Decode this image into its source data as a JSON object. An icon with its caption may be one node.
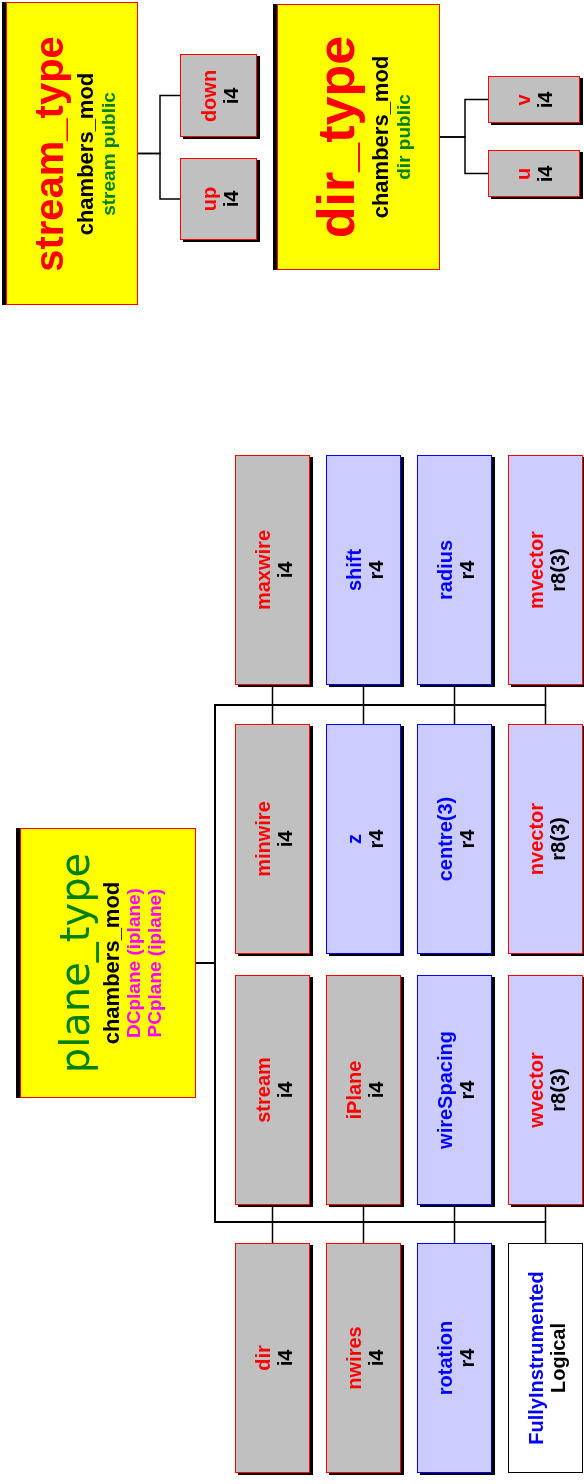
{
  "diagram": {
    "nodes": [
      {
        "text": [
          "plane_type",
          "chambers_mod",
          "DCplane (iplane)",
          "PCplane (iplane)"
        ]
      },
      {
        "text": [
          "dir",
          "i4"
        ]
      },
      {
        "text": [
          "stream",
          "i4"
        ]
      },
      {
        "text": [
          "minwire",
          "i4"
        ]
      },
      {
        "text": [
          "maxwire",
          "i4"
        ]
      },
      {
        "text": [
          "nwires",
          "i4"
        ]
      },
      {
        "text": [
          "iPlane",
          "i4"
        ]
      },
      {
        "text": [
          "z",
          "r4"
        ]
      },
      {
        "text": [
          "shift",
          "r4"
        ]
      },
      {
        "text": [
          "rotation",
          "r4"
        ]
      },
      {
        "text": [
          "wireSpacing",
          "r4"
        ]
      },
      {
        "text": [
          "centre(3)",
          "r4"
        ]
      },
      {
        "text": [
          "radius",
          "r4"
        ]
      },
      {
        "text": [
          "FullyInstrumented",
          "Logical"
        ]
      },
      {
        "text": [
          "wvector",
          "r8(3)"
        ]
      },
      {
        "text": [
          "nvector",
          "r8(3)"
        ]
      },
      {
        "text": [
          "mvector",
          "r8(3)"
        ]
      },
      {
        "text": [
          "dir_type",
          "chambers_mod",
          "dir public"
        ]
      },
      {
        "text": [
          "u",
          "i4"
        ]
      },
      {
        "text": [
          "v",
          "i4"
        ]
      },
      {
        "text": [
          "stream_type",
          "chambers_mod",
          "stream public"
        ]
      },
      {
        "text": [
          "up",
          "i4"
        ]
      },
      {
        "text": [
          "down",
          "i4"
        ]
      }
    ],
    "edges": [
      {
        "from": 0,
        "to": 1,
        "arrow": "none"
      },
      {
        "from": 0,
        "to": 2,
        "arrow": "none"
      },
      {
        "from": 0,
        "to": 3,
        "arrow": "none"
      },
      {
        "from": 0,
        "to": 4,
        "arrow": "none"
      },
      {
        "from": 0,
        "to": 5,
        "arrow": "none"
      },
      {
        "from": 0,
        "to": 6,
        "arrow": "none"
      },
      {
        "from": 0,
        "to": 7,
        "arrow": "none"
      },
      {
        "from": 0,
        "to": 8,
        "arrow": "none"
      },
      {
        "from": 0,
        "to": 9,
        "arrow": "none"
      },
      {
        "from": 0,
        "to": 10,
        "arrow": "none"
      },
      {
        "from": 0,
        "to": 11,
        "arrow": "none"
      },
      {
        "from": 0,
        "to": 12,
        "arrow": "none"
      },
      {
        "from": 0,
        "to": 13,
        "arrow": "none"
      },
      {
        "from": 0,
        "to": 14,
        "arrow": "none"
      },
      {
        "from": 0,
        "to": 15,
        "arrow": "none"
      },
      {
        "from": 0,
        "to": 16,
        "arrow": "none"
      },
      {
        "from": 17,
        "to": 18,
        "arrow": "none"
      },
      {
        "from": 17,
        "to": 19,
        "arrow": "none"
      },
      {
        "from": 20,
        "to": 21,
        "arrow": "none"
      },
      {
        "from": 20,
        "to": 22,
        "arrow": "none"
      }
    ]
  }
}
